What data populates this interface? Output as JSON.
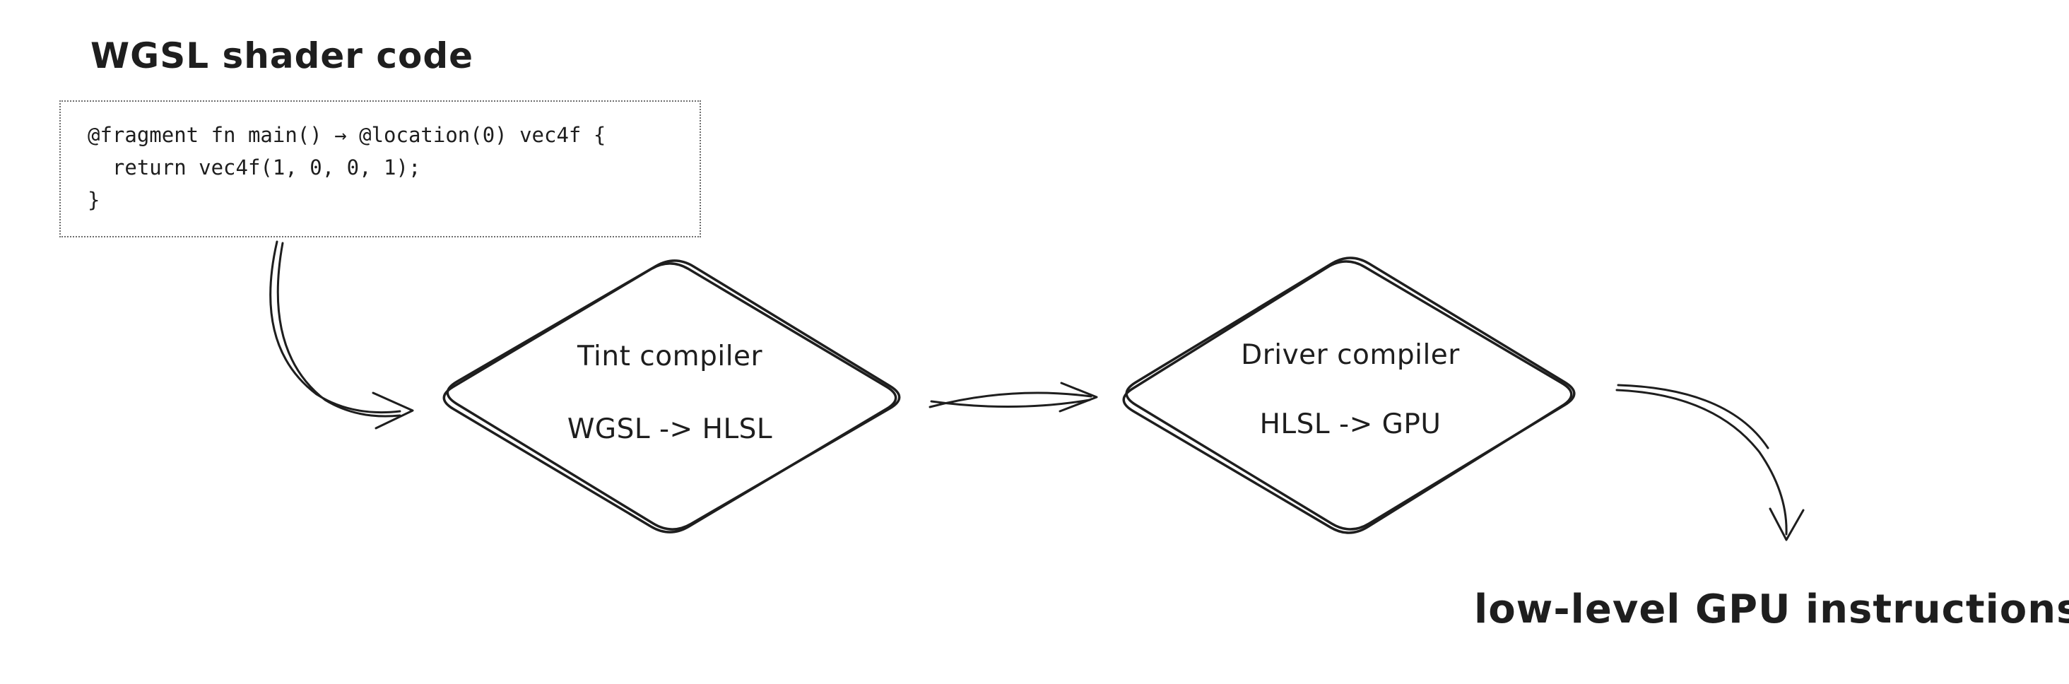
{
  "colors": {
    "ink": "#1e1e1e",
    "background": "#ffffff",
    "border": "#6e6e6e"
  },
  "title": "WGSL shader code",
  "code_block": {
    "lines": [
      "@fragment fn main() → @location(0) vec4f {",
      "  return vec4f(1, 0, 0, 1);",
      "}"
    ]
  },
  "nodes": [
    {
      "label": "Tint compiler",
      "sublabel": "WGSL -> HLSL"
    },
    {
      "label": "Driver compiler",
      "sublabel": "HLSL -> GPU"
    }
  ],
  "output_label": "low-level GPU instructions"
}
